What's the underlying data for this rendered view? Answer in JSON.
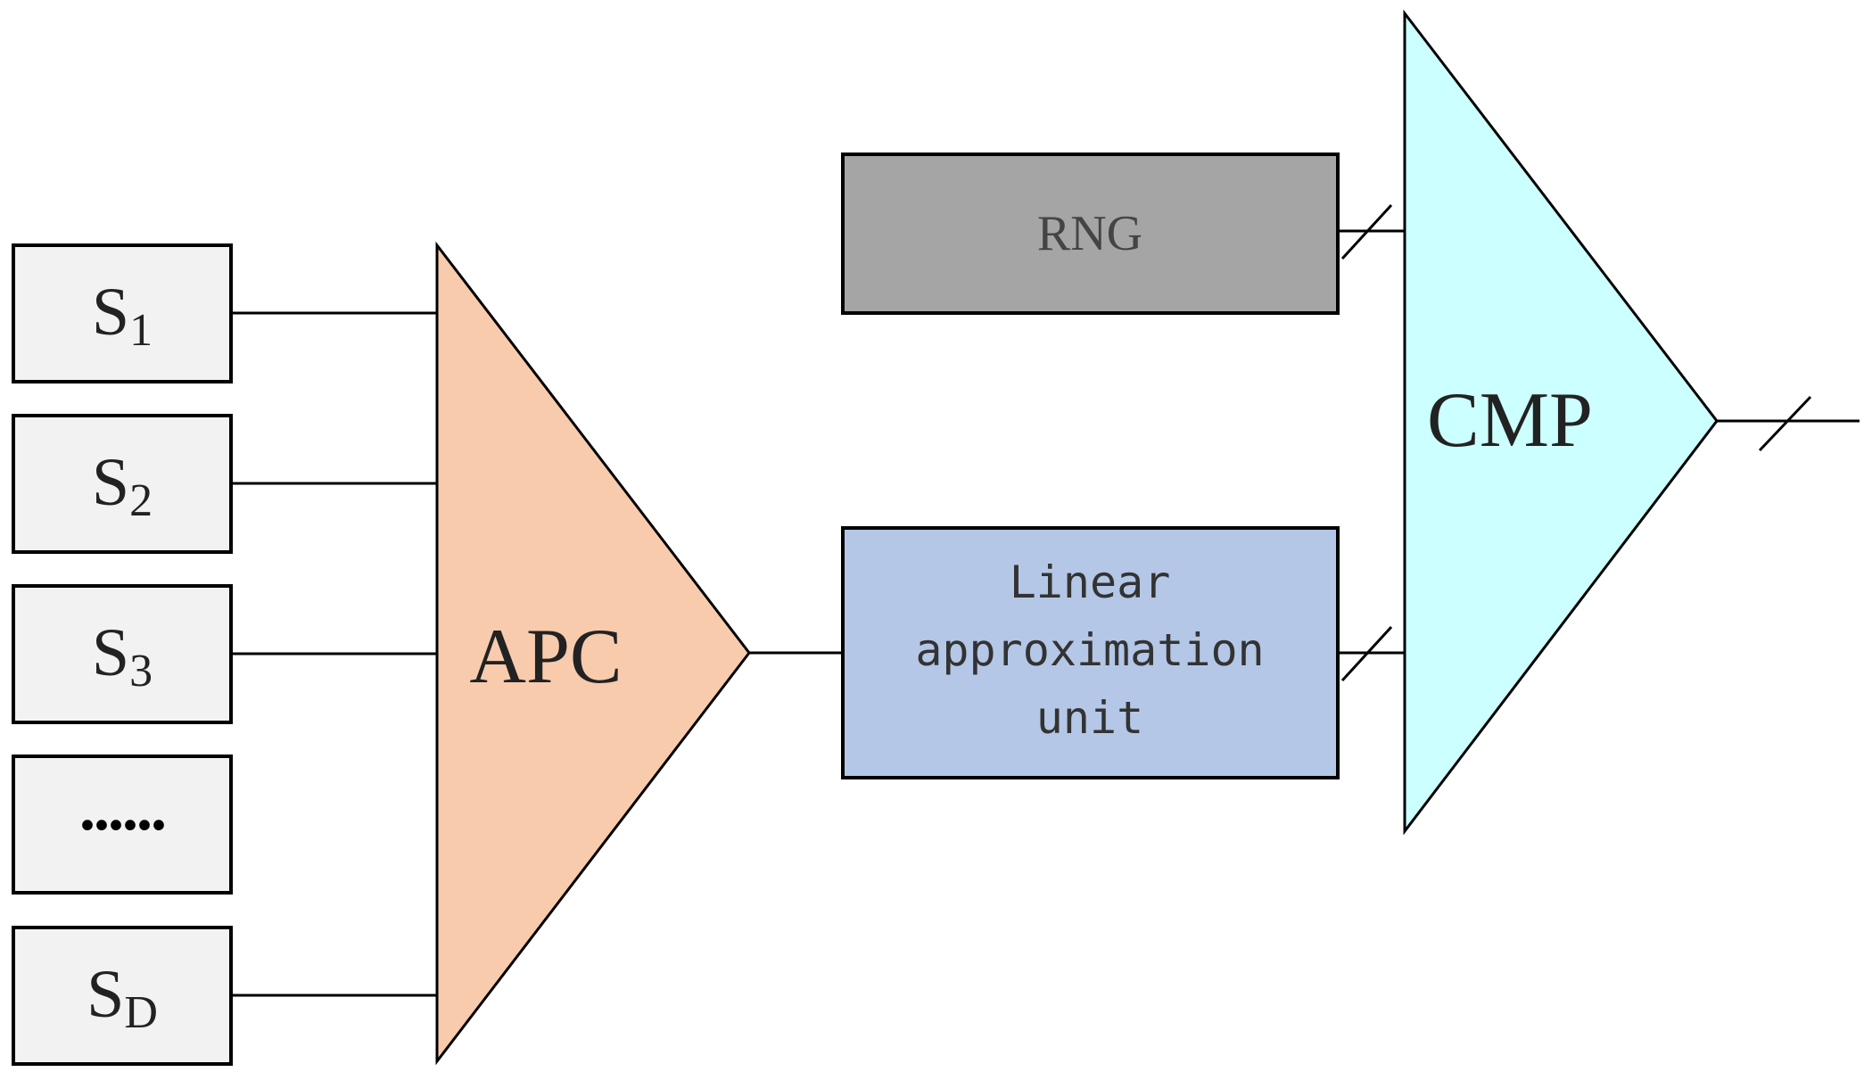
{
  "inputs": [
    {
      "base": "S",
      "sub": "1"
    },
    {
      "base": "S",
      "sub": "2"
    },
    {
      "base": "S",
      "sub": "3"
    },
    {
      "base": "",
      "sub": "",
      "ellipsis": "......"
    },
    {
      "base": "S",
      "sub": "D"
    }
  ],
  "blocks": {
    "apc": {
      "label": "APC",
      "fill": "#F8CBAD"
    },
    "rng": {
      "label": "RNG",
      "fill": "#A5A5A5"
    },
    "linear": {
      "line1": "Linear",
      "line2": "approximation",
      "line3": "unit",
      "fill": "#B4C7E7"
    },
    "cmp": {
      "label": "CMP",
      "fill": "#CCFFFF"
    }
  },
  "colors": {
    "input_fill": "#F2F2F2",
    "stroke": "#000000",
    "text_dark": "#222222",
    "text_mid": "#444444"
  }
}
